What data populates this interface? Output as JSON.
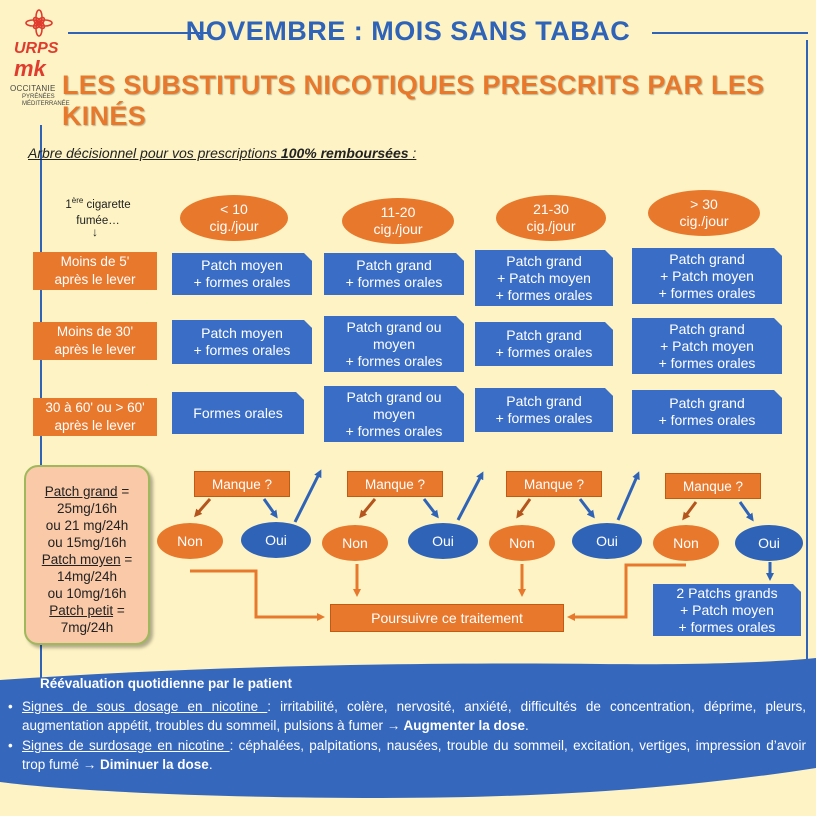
{
  "header": {
    "title": "NOVEMBRE : MOIS SANS TABAC",
    "subtitle": "LES SUBSTITUTS NICOTIQUES PRESCRITS PAR LES KINÉS"
  },
  "logo": {
    "line1": "URPS",
    "line2": "mk",
    "region": "OCCITANIE",
    "subregion": "PYRÉNÉES MÉDITERRANÉE"
  },
  "intro": {
    "text": "Arbre décisionnel pour vos prescriptions ",
    "bold": "100% remboursées",
    "suffix": " :"
  },
  "first_cigarette": {
    "prefix": "1",
    "sup": "ère",
    "rest": " cigarette",
    "line2": "fumée…",
    "arrow": "↓"
  },
  "columns": [
    {
      "label": "< 10\ncig./jour"
    },
    {
      "label": "11-20\ncig./jour"
    },
    {
      "label": "21-30\ncig./jour"
    },
    {
      "label": "> 30\ncig./jour"
    }
  ],
  "rows": [
    {
      "label": "Moins de 5'\naprès le lever",
      "cells": [
        "Patch moyen\n+ formes orales",
        "Patch grand\n+  formes orales",
        "Patch grand\n+ Patch moyen\n+ formes orales",
        "Patch grand\n+ Patch moyen\n+ formes orales"
      ]
    },
    {
      "label": "Moins de 30'\naprès le lever",
      "cells": [
        "Patch moyen\n+ formes orales",
        "Patch grand  ou\nmoyen\n+ formes orales",
        "Patch grand\n+ formes orales",
        "Patch grand\n+ Patch moyen\n+ formes orales"
      ]
    },
    {
      "label": "30 à 60' ou > 60'\naprès le lever",
      "cells": [
        "Formes orales",
        "Patch grand  ou\nmoyen\n+ formes orales",
        "Patch grand\n+ formes orales",
        "Patch grand\n+ formes orales"
      ]
    }
  ],
  "manque": {
    "label": "Manque ?",
    "non": "Non",
    "oui": "Oui"
  },
  "poursuivre": "Poursuivre ce traitement",
  "escalation": "2 Patchs grands\n+ Patch moyen\n+ formes orales",
  "doses": {
    "grand_label": "Patch grand",
    "grand_sep": " =",
    "grand_values": [
      "25mg/16h",
      "ou 21 mg/24h",
      "ou 15mg/16h"
    ],
    "moyen_label": "Patch moyen",
    "moyen_sep": " =",
    "moyen_values": [
      "14mg/24h",
      "ou 10mg/16h"
    ],
    "petit_label": "Patch petit",
    "petit_sep": " =",
    "petit_values": [
      "7mg/24h"
    ]
  },
  "reevaluation": {
    "title": "Réévaluation quotidienne par le patient",
    "items": [
      {
        "label": "Signes de sous dosage en nicotine ",
        "text": ": irritabilité, colère, nervosité, anxiété, difficultés de concentration, déprime, pleurs, augmentation appétit, troubles du sommeil, pulsions à fumer ",
        "arrow": "→",
        "action": " Augmenter la dose",
        "end": "."
      },
      {
        "label": "Signes de surdosage en nicotine ",
        "text": ": céphalées, palpitations, nausées, trouble du sommeil, excitation, vertiges, impression d’avoir trop fumé ",
        "arrow": "→",
        "action": " Diminuer la dose",
        "end": "."
      }
    ]
  },
  "colors": {
    "background": "#fdf3c4",
    "blue": "#2f63b8",
    "orange": "#e8782c",
    "band": "#3567bd"
  }
}
